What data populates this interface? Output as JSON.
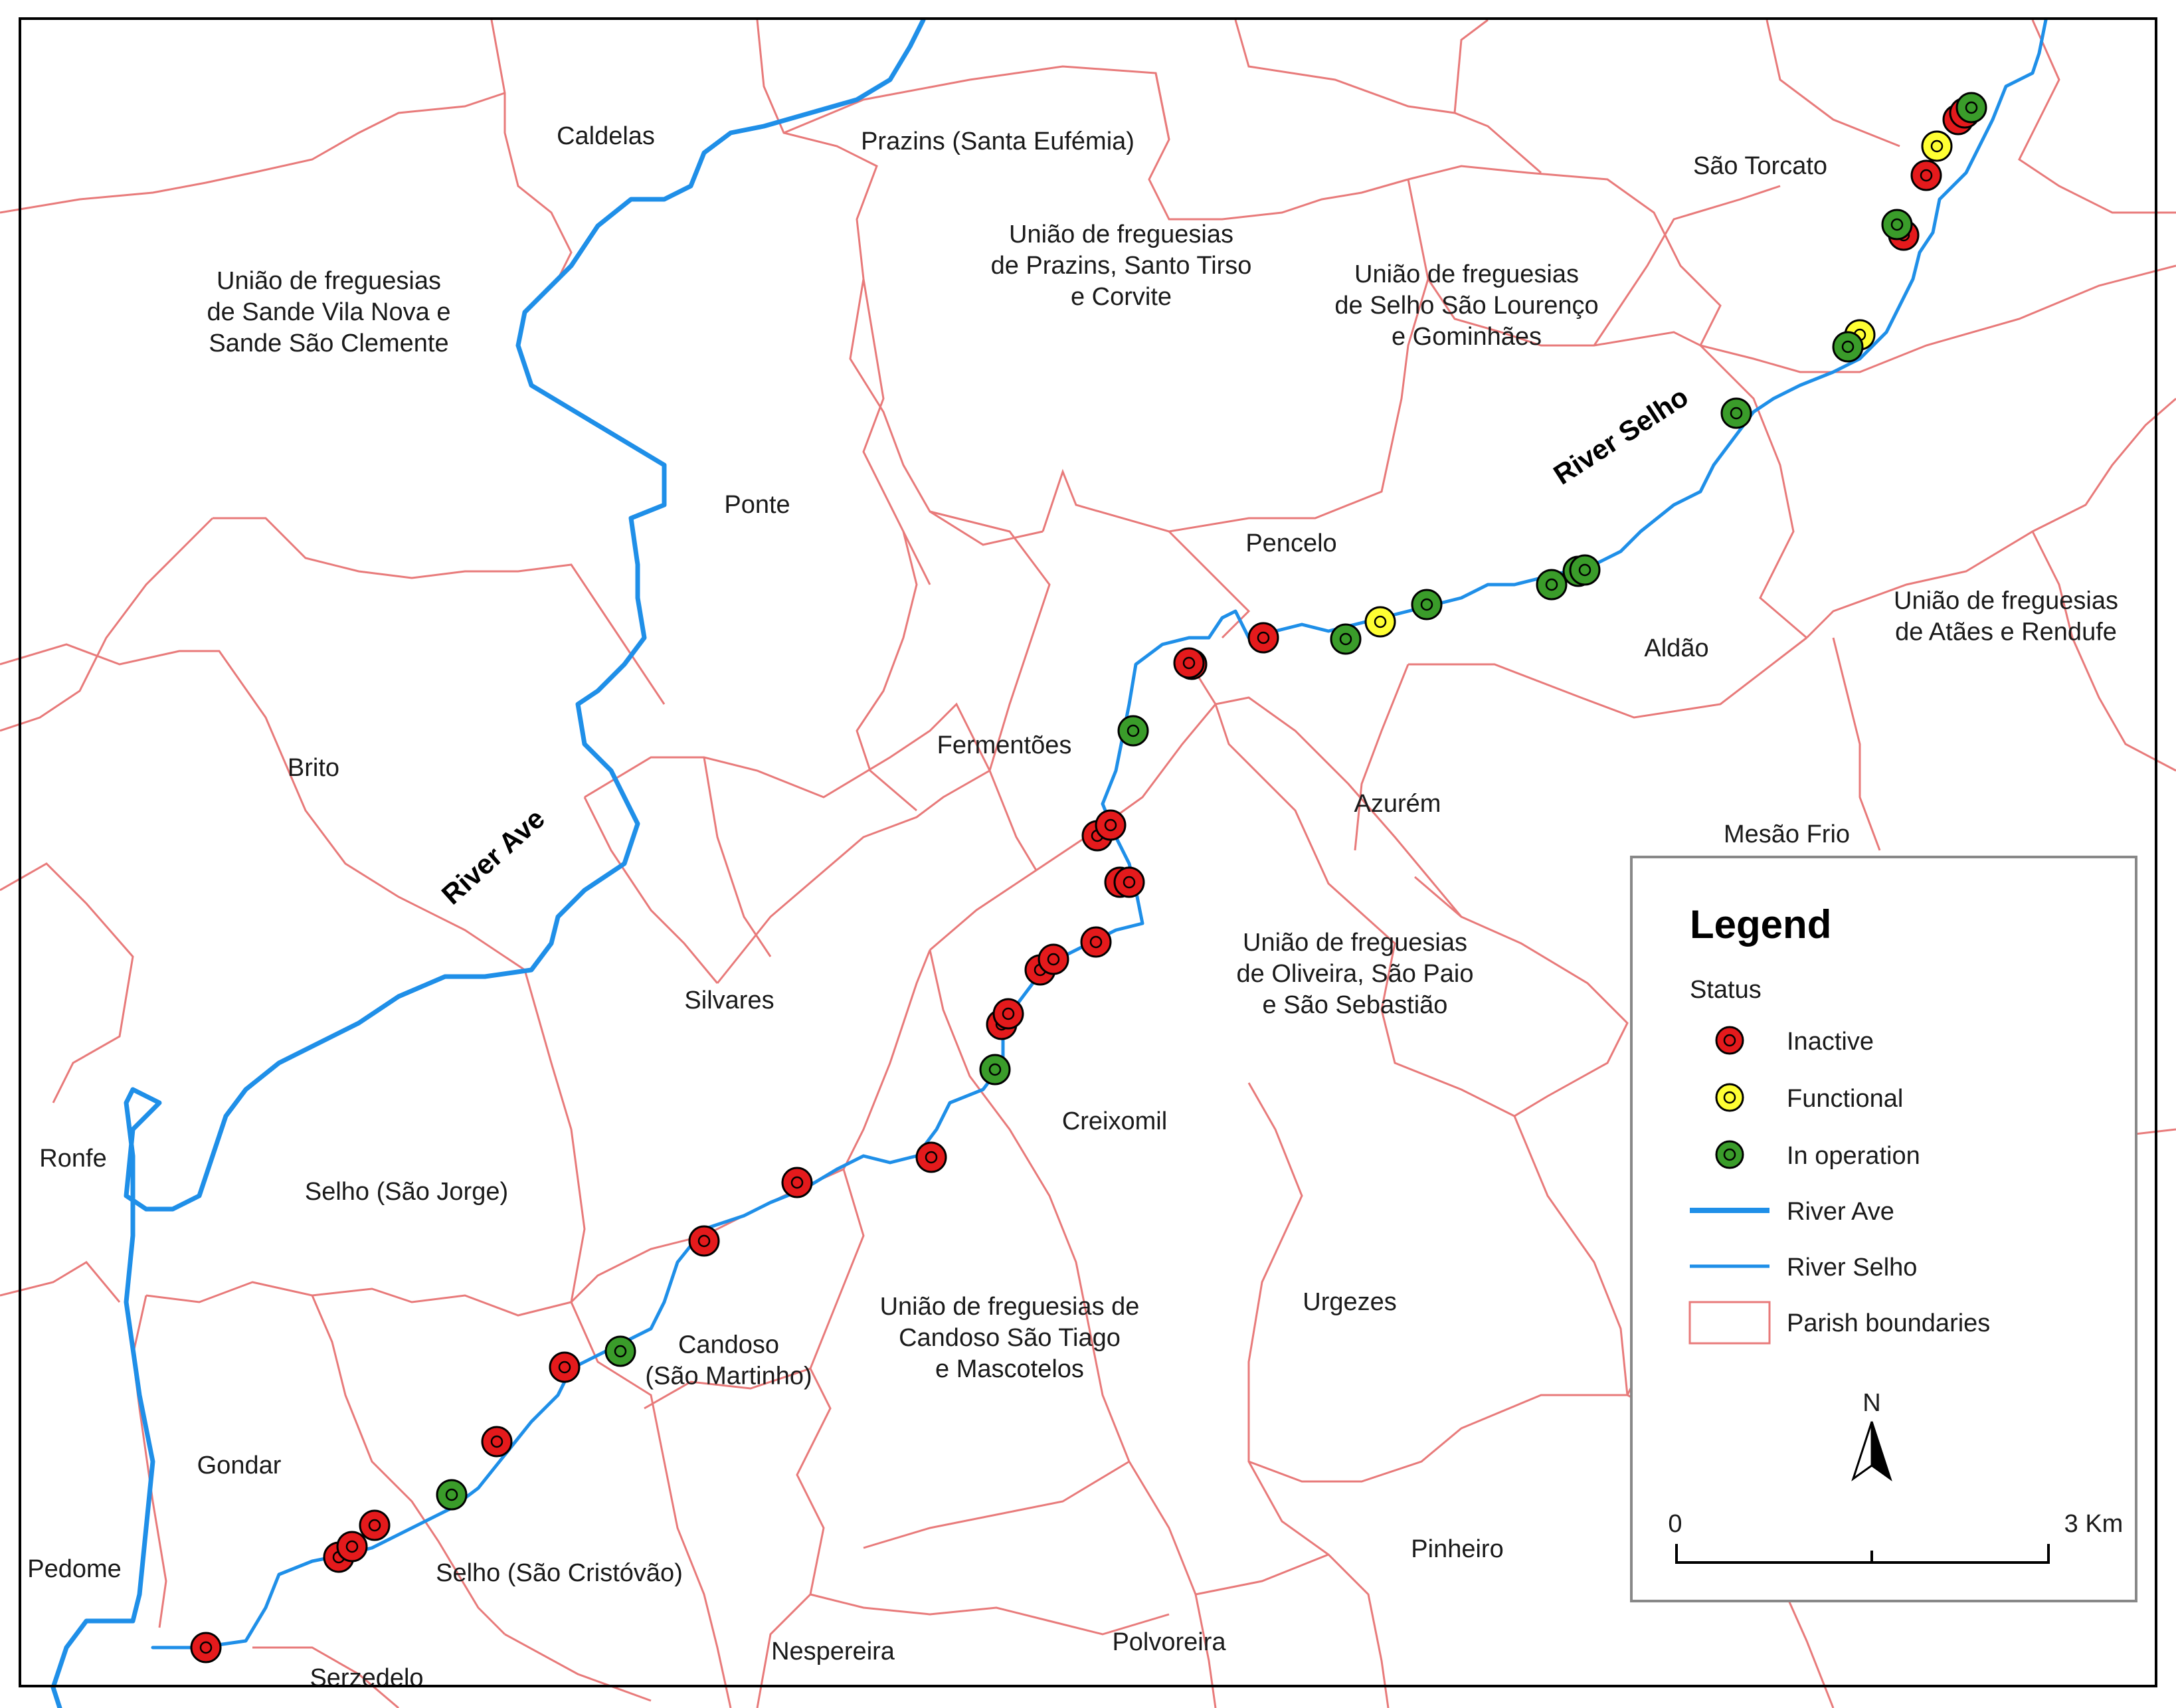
{
  "colors": {
    "inactive": "#e41a1c",
    "functional": "#ffff33",
    "in_operation": "#3a9c2a",
    "river": "#1f8fe8",
    "boundary": "#e87a7a"
  },
  "parishes": [
    {
      "id": "caldelas",
      "lines": [
        "Caldelas"
      ]
    },
    {
      "id": "prazins-santa-eufemia",
      "lines": [
        "Prazins (Santa Eufémia)"
      ]
    },
    {
      "id": "sao-torcato",
      "lines": [
        "São Torcato"
      ]
    },
    {
      "id": "uniao-prazins",
      "lines": [
        "União de freguesias",
        "de Prazins, Santo Tirso",
        "e Corvite"
      ]
    },
    {
      "id": "uniao-selho-sao-lourenco",
      "lines": [
        "União de freguesias",
        "de Selho São Lourenço",
        "e Gominhães"
      ]
    },
    {
      "id": "uniao-sande",
      "lines": [
        "União de freguesias",
        "de Sande Vila Nova e",
        "Sande São Clemente"
      ]
    },
    {
      "id": "ponte",
      "lines": [
        "Ponte"
      ]
    },
    {
      "id": "pencelo",
      "lines": [
        "Pencelo"
      ]
    },
    {
      "id": "uniao-ataes",
      "lines": [
        "União de freguesias",
        "de Atães e Rendufe"
      ]
    },
    {
      "id": "aldao",
      "lines": [
        "Aldão"
      ]
    },
    {
      "id": "brito",
      "lines": [
        "Brito"
      ]
    },
    {
      "id": "fermentoes",
      "lines": [
        "Fermentões"
      ]
    },
    {
      "id": "azurem",
      "lines": [
        "Azurém"
      ]
    },
    {
      "id": "mesao-frio",
      "lines": [
        "Mesão Frio"
      ]
    },
    {
      "id": "silvares",
      "lines": [
        "Silvares"
      ]
    },
    {
      "id": "uniao-oliveira",
      "lines": [
        "União de freguesias",
        "de Oliveira, São Paio",
        "e São Sebastião"
      ]
    },
    {
      "id": "creixomil",
      "lines": [
        "Creixomil"
      ]
    },
    {
      "id": "ronfe",
      "lines": [
        "Ronfe"
      ]
    },
    {
      "id": "selho-sao-jorge",
      "lines": [
        "Selho (São Jorge)"
      ]
    },
    {
      "id": "urgezes",
      "lines": [
        "Urgezes"
      ]
    },
    {
      "id": "candoso-sao-martinho",
      "lines": [
        "Candoso",
        "(São Martinho)"
      ]
    },
    {
      "id": "uniao-candoso",
      "lines": [
        "União de freguesias de",
        "Candoso São Tiago",
        "e Mascotelos"
      ]
    },
    {
      "id": "gondar",
      "lines": [
        "Gondar"
      ]
    },
    {
      "id": "pinheiro",
      "lines": [
        "Pinheiro"
      ]
    },
    {
      "id": "pedome",
      "lines": [
        "Pedome"
      ]
    },
    {
      "id": "selho-sao-cristovao",
      "lines": [
        "Selho (São Cristóvão)"
      ]
    },
    {
      "id": "nespereira",
      "lines": [
        "Nespereira"
      ]
    },
    {
      "id": "polvoreira",
      "lines": [
        "Polvoreira"
      ]
    },
    {
      "id": "serzedelo",
      "lines": [
        "Serzedelo"
      ]
    }
  ],
  "rivers": {
    "ave_label": "River Ave",
    "selho_label": "River Selho"
  },
  "mills": [
    {
      "status": "inactive"
    },
    {
      "status": "inactive"
    },
    {
      "status": "inactive"
    },
    {
      "status": "inactive"
    },
    {
      "status": "in_operation"
    },
    {
      "status": "inactive"
    },
    {
      "status": "in_operation"
    },
    {
      "status": "inactive"
    },
    {
      "status": "inactive"
    },
    {
      "status": "inactive"
    },
    {
      "status": "inactive"
    },
    {
      "status": "in_operation"
    },
    {
      "status": "inactive"
    },
    {
      "status": "inactive"
    },
    {
      "status": "inactive"
    },
    {
      "status": "inactive"
    },
    {
      "status": "inactive"
    },
    {
      "status": "inactive"
    },
    {
      "status": "inactive"
    },
    {
      "status": "inactive"
    },
    {
      "status": "inactive"
    },
    {
      "status": "inactive"
    },
    {
      "status": "in_operation"
    },
    {
      "status": "inactive"
    },
    {
      "status": "inactive"
    },
    {
      "status": "in_operation"
    },
    {
      "status": "functional"
    },
    {
      "status": "in_operation"
    },
    {
      "status": "in_operation"
    },
    {
      "status": "in_operation"
    },
    {
      "status": "in_operation"
    },
    {
      "status": "in_operation"
    },
    {
      "status": "functional"
    },
    {
      "status": "in_operation"
    },
    {
      "status": "inactive"
    },
    {
      "status": "in_operation"
    },
    {
      "status": "inactive"
    },
    {
      "status": "functional"
    },
    {
      "status": "inactive"
    },
    {
      "status": "inactive"
    },
    {
      "status": "in_operation"
    }
  ],
  "legend": {
    "title": "Legend",
    "status_heading": "Status",
    "inactive": "Inactive",
    "functional": "Functional",
    "in_operation": "In operation",
    "river_ave": "River Ave",
    "river_selho": "River Selho",
    "parish_boundaries": "Parish boundaries"
  },
  "north_arrow": {
    "label": "N"
  },
  "scale_bar": {
    "start": "0",
    "end": "3 Km"
  }
}
